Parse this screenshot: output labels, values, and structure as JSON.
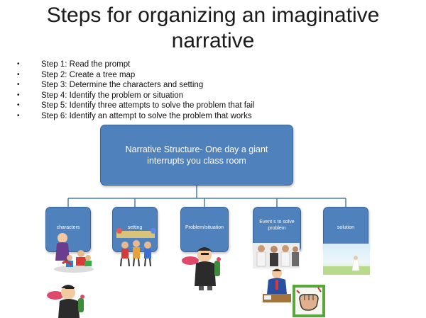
{
  "title": "Steps for organizing an imaginative narrative",
  "title_line1": "Steps for organizing an imaginative",
  "title_line2": "narrative",
  "steps": [
    "Step 1: Read the prompt",
    "Step 2: Create a tree map",
    "Step 3: Determine the characters and setting",
    "Step 4: Identify the problem or situation",
    "Step 5: Identify three attempts to solve the problem that fail",
    "Step 6: Identify an attempt to solve the problem that works"
  ],
  "tree": {
    "root": "Narrative Structure- One day a giant interrupts you class room",
    "children": [
      {
        "label": "characters"
      },
      {
        "label": "setting"
      },
      {
        "label": "Problem/situation"
      },
      {
        "label": "Event s to solve problem"
      },
      {
        "label": "solution"
      }
    ]
  },
  "colors": {
    "box_fill": "#4f81bd",
    "box_border": "#3a659a",
    "box_text": "#ffffff"
  }
}
